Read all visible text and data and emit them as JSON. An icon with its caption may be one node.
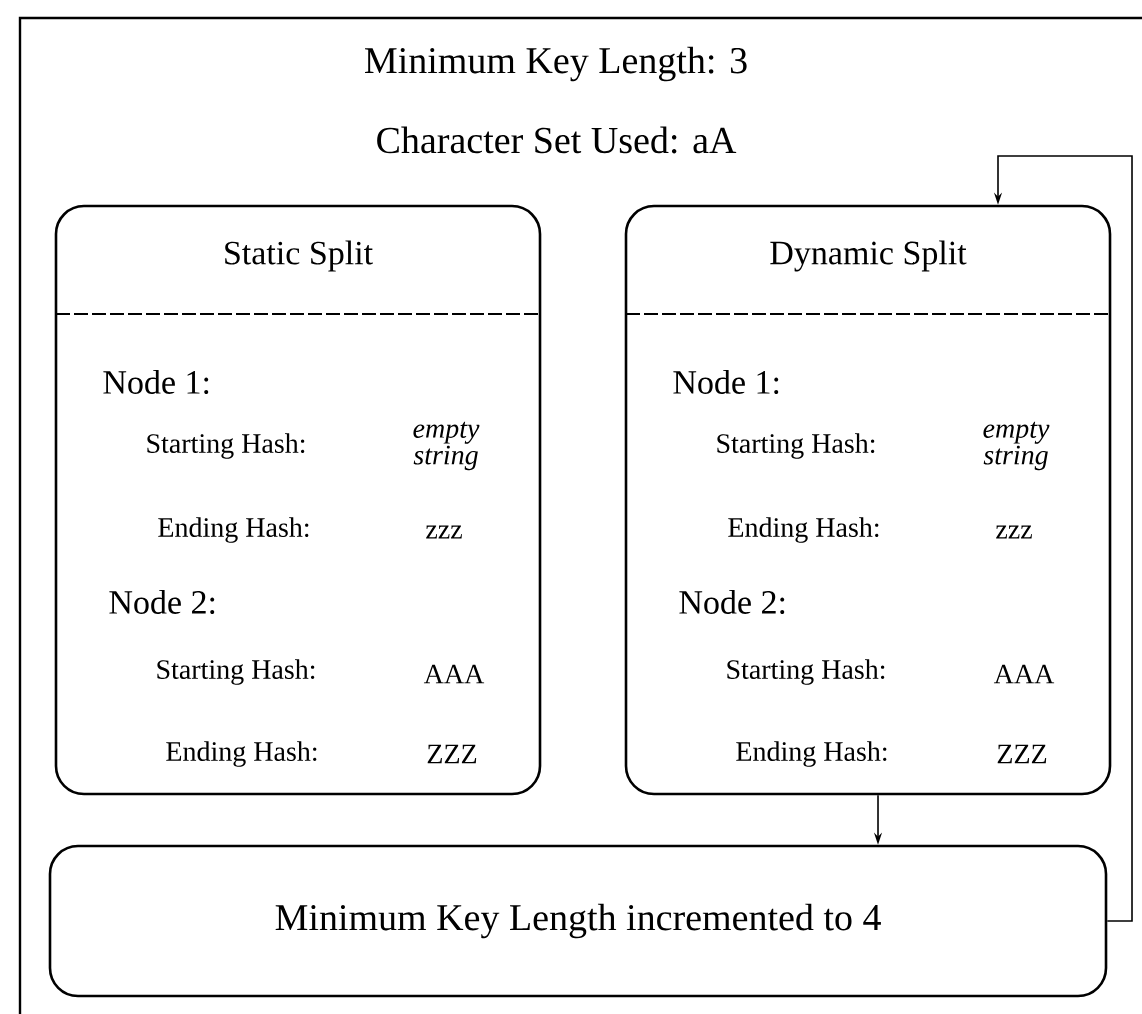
{
  "diagram": {
    "nodes": [
      {
        "text": [
          "Static Split",
          "Node 1:",
          "Starting Hash:",
          "empty string",
          "Ending Hash:",
          "zzz",
          "Node 2:",
          "Starting Hash:",
          "AAA",
          "Ending Hash:",
          "ZZZ"
        ]
      },
      {
        "text": [
          "Dynamic Split",
          "Node 1:",
          "Starting Hash:",
          "empty string",
          "Ending Hash:",
          "zzz",
          "Node 2:",
          "Starting Hash:",
          "AAA",
          "Ending Hash:",
          "ZZZ"
        ]
      },
      {
        "text": [
          "Minimum Key Length incremented to 4"
        ]
      }
    ],
    "edges": [
      {
        "from": 1,
        "to": 2,
        "arrow": "to"
      },
      {
        "from": 2,
        "to": 1,
        "arrow": "to"
      }
    ],
    "labels": [
      "Minimum Key Length: 3",
      "Character Set Used: aA"
    ]
  }
}
